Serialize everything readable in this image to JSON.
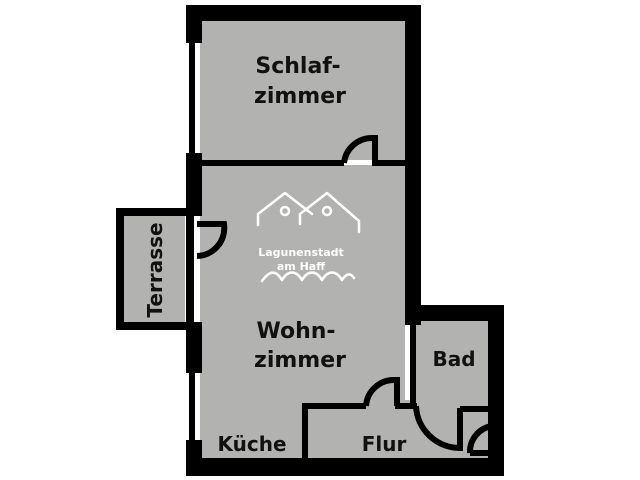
{
  "colors": {
    "wall": "#000000",
    "floor": "#b2b2b0",
    "background": "#ffffff",
    "logo": "#ffffff",
    "label": "#111111"
  },
  "rooms": {
    "schlafzimmer": {
      "line1": "Schlaf-",
      "line2": "zimmer"
    },
    "wohnzimmer": {
      "line1": "Wohn-",
      "line2": "zimmer"
    },
    "terrasse": {
      "label": "Terrasse"
    },
    "bad": {
      "label": "Bad"
    },
    "kueche": {
      "label": "Küche"
    },
    "flur": {
      "label": "Flur"
    }
  },
  "logo": {
    "icon": "two-houses-on-waves-icon",
    "line1": "Lagunenstadt",
    "line2": "am Haff"
  }
}
